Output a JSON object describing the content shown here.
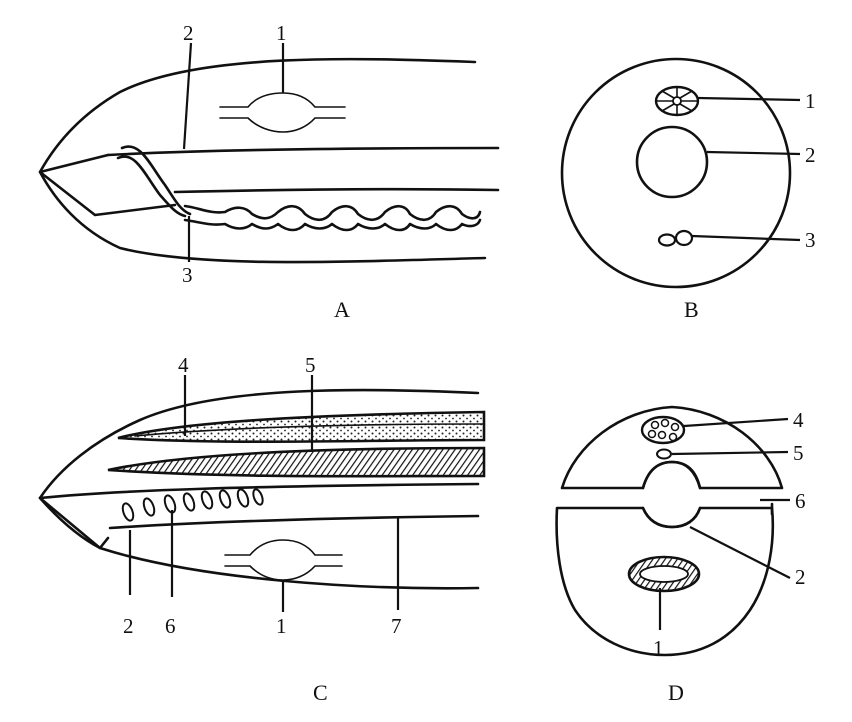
{
  "panels": {
    "A": {
      "title": "A",
      "labels": {
        "n1": "1",
        "n2": "2",
        "n3": "3"
      }
    },
    "B": {
      "title": "B",
      "labels": {
        "n1": "1",
        "n2": "2",
        "n3": "3"
      }
    },
    "C": {
      "title": "C",
      "labels": {
        "n4": "4",
        "n5": "5",
        "n2": "2",
        "n6": "6",
        "n1": "1",
        "n7": "7"
      }
    },
    "D": {
      "title": "D",
      "labels": {
        "n4": "4",
        "n5": "5",
        "n6": "6",
        "n2": "2",
        "n1": "1"
      }
    }
  }
}
